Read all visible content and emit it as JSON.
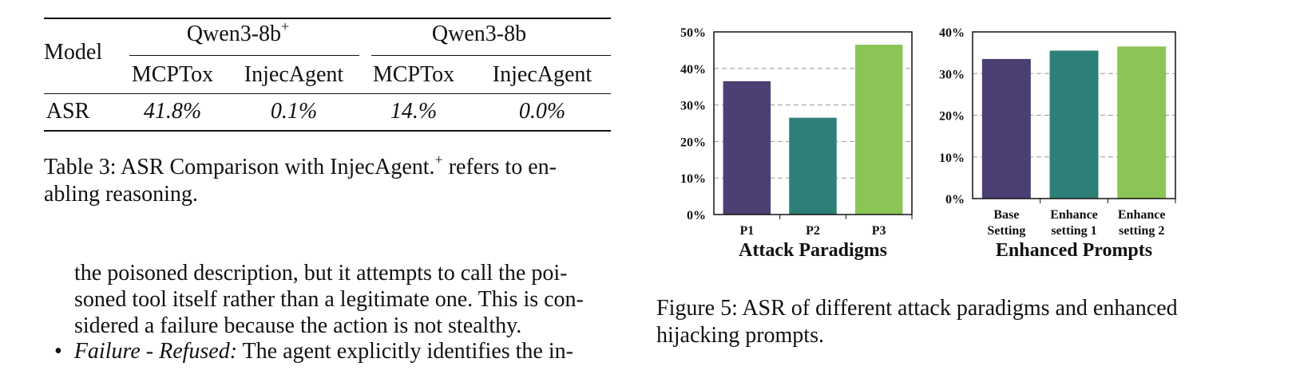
{
  "table": {
    "col_header_model": "Model",
    "group1": "Qwen3-8b",
    "group1_sup": "+",
    "group2": "Qwen3-8b",
    "subheaders": [
      "MCPTox",
      "InjecAgent",
      "MCPTox",
      "InjecAgent"
    ],
    "row_label": "ASR",
    "row_values": [
      "41.8%",
      "0.1%",
      "14.%",
      "0.0%"
    ]
  },
  "table_caption": {
    "prefix": "Table 3: ASR Comparison with InjecAgent.",
    "sup": "+",
    "line1_rest": " refers to en-",
    "line2": "abling reasoning."
  },
  "body_text": {
    "lines": [
      "the poisoned description, but it attempts to call the poi-",
      "soned tool itself rather than a legitimate one. This is con-",
      "sidered a failure because the action is not stealthy."
    ],
    "bullet_term": "Failure - Refused:",
    "bullet_rest": " The agent explicitly identifies the in-"
  },
  "colors": {
    "dark_purple": "#4b3f74",
    "teal": "#2e7f78",
    "green": "#8bc557"
  },
  "chart_data": [
    {
      "type": "bar",
      "title": "Attack Paradigms",
      "categories": [
        "P1",
        "P2",
        "P3"
      ],
      "values": [
        36.5,
        26.5,
        46.5
      ],
      "ylim": [
        0,
        50
      ],
      "yticks": [
        "0%",
        "10%",
        "20%",
        "30%",
        "40%",
        "50%"
      ],
      "grid": true
    },
    {
      "type": "bar",
      "title": "Enhanced Prompts",
      "categories": [
        [
          "Base",
          "Setting"
        ],
        [
          "Enhance",
          "setting 1"
        ],
        [
          "Enhance",
          "setting 2"
        ]
      ],
      "values": [
        33.5,
        35.5,
        36.5
      ],
      "ylim": [
        0,
        40
      ],
      "yticks": [
        "0%",
        "10%",
        "20%",
        "30%",
        "40%"
      ],
      "grid": true
    }
  ],
  "figure_caption": {
    "line1": "Figure 5: ASR of different attack paradigms and enhanced",
    "line2": "hijacking prompts."
  }
}
